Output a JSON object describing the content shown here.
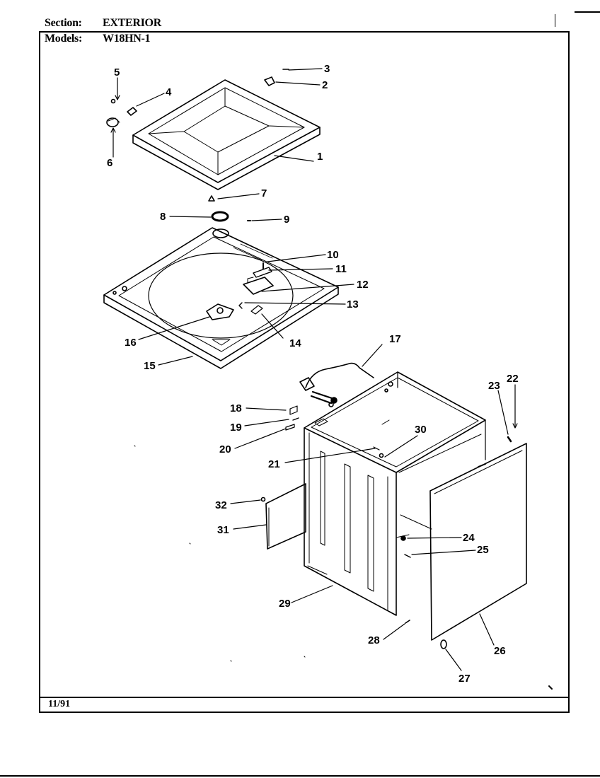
{
  "header": {
    "section_label": "Section:",
    "section_value": "EXTERIOR",
    "models_label": "Models:",
    "models_value": "W18HN-1"
  },
  "footer": {
    "date": "11/91"
  },
  "callouts": [
    "1",
    "2",
    "3",
    "4",
    "5",
    "6",
    "7",
    "8",
    "9",
    "10",
    "11",
    "12",
    "13",
    "14",
    "15",
    "16",
    "17",
    "18",
    "19",
    "20",
    "21",
    "22",
    "23",
    "24",
    "25",
    "26",
    "27",
    "28",
    "29",
    "30",
    "31",
    "32"
  ]
}
